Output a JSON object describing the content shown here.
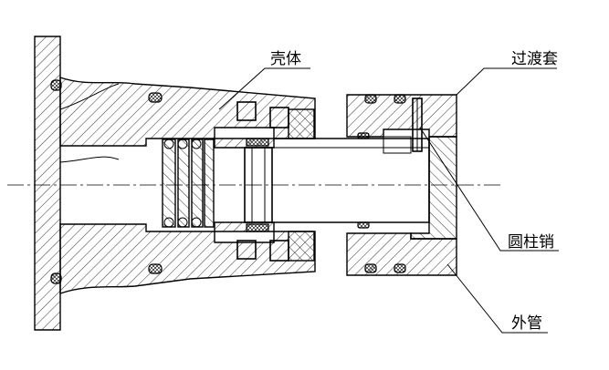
{
  "labels": {
    "housing": "壳体",
    "transition_sleeve": "过渡套",
    "cylindrical_pin": "圆柱销",
    "outer_pipe": "外管"
  },
  "colors": {
    "line": "#000000",
    "background": "#ffffff"
  }
}
